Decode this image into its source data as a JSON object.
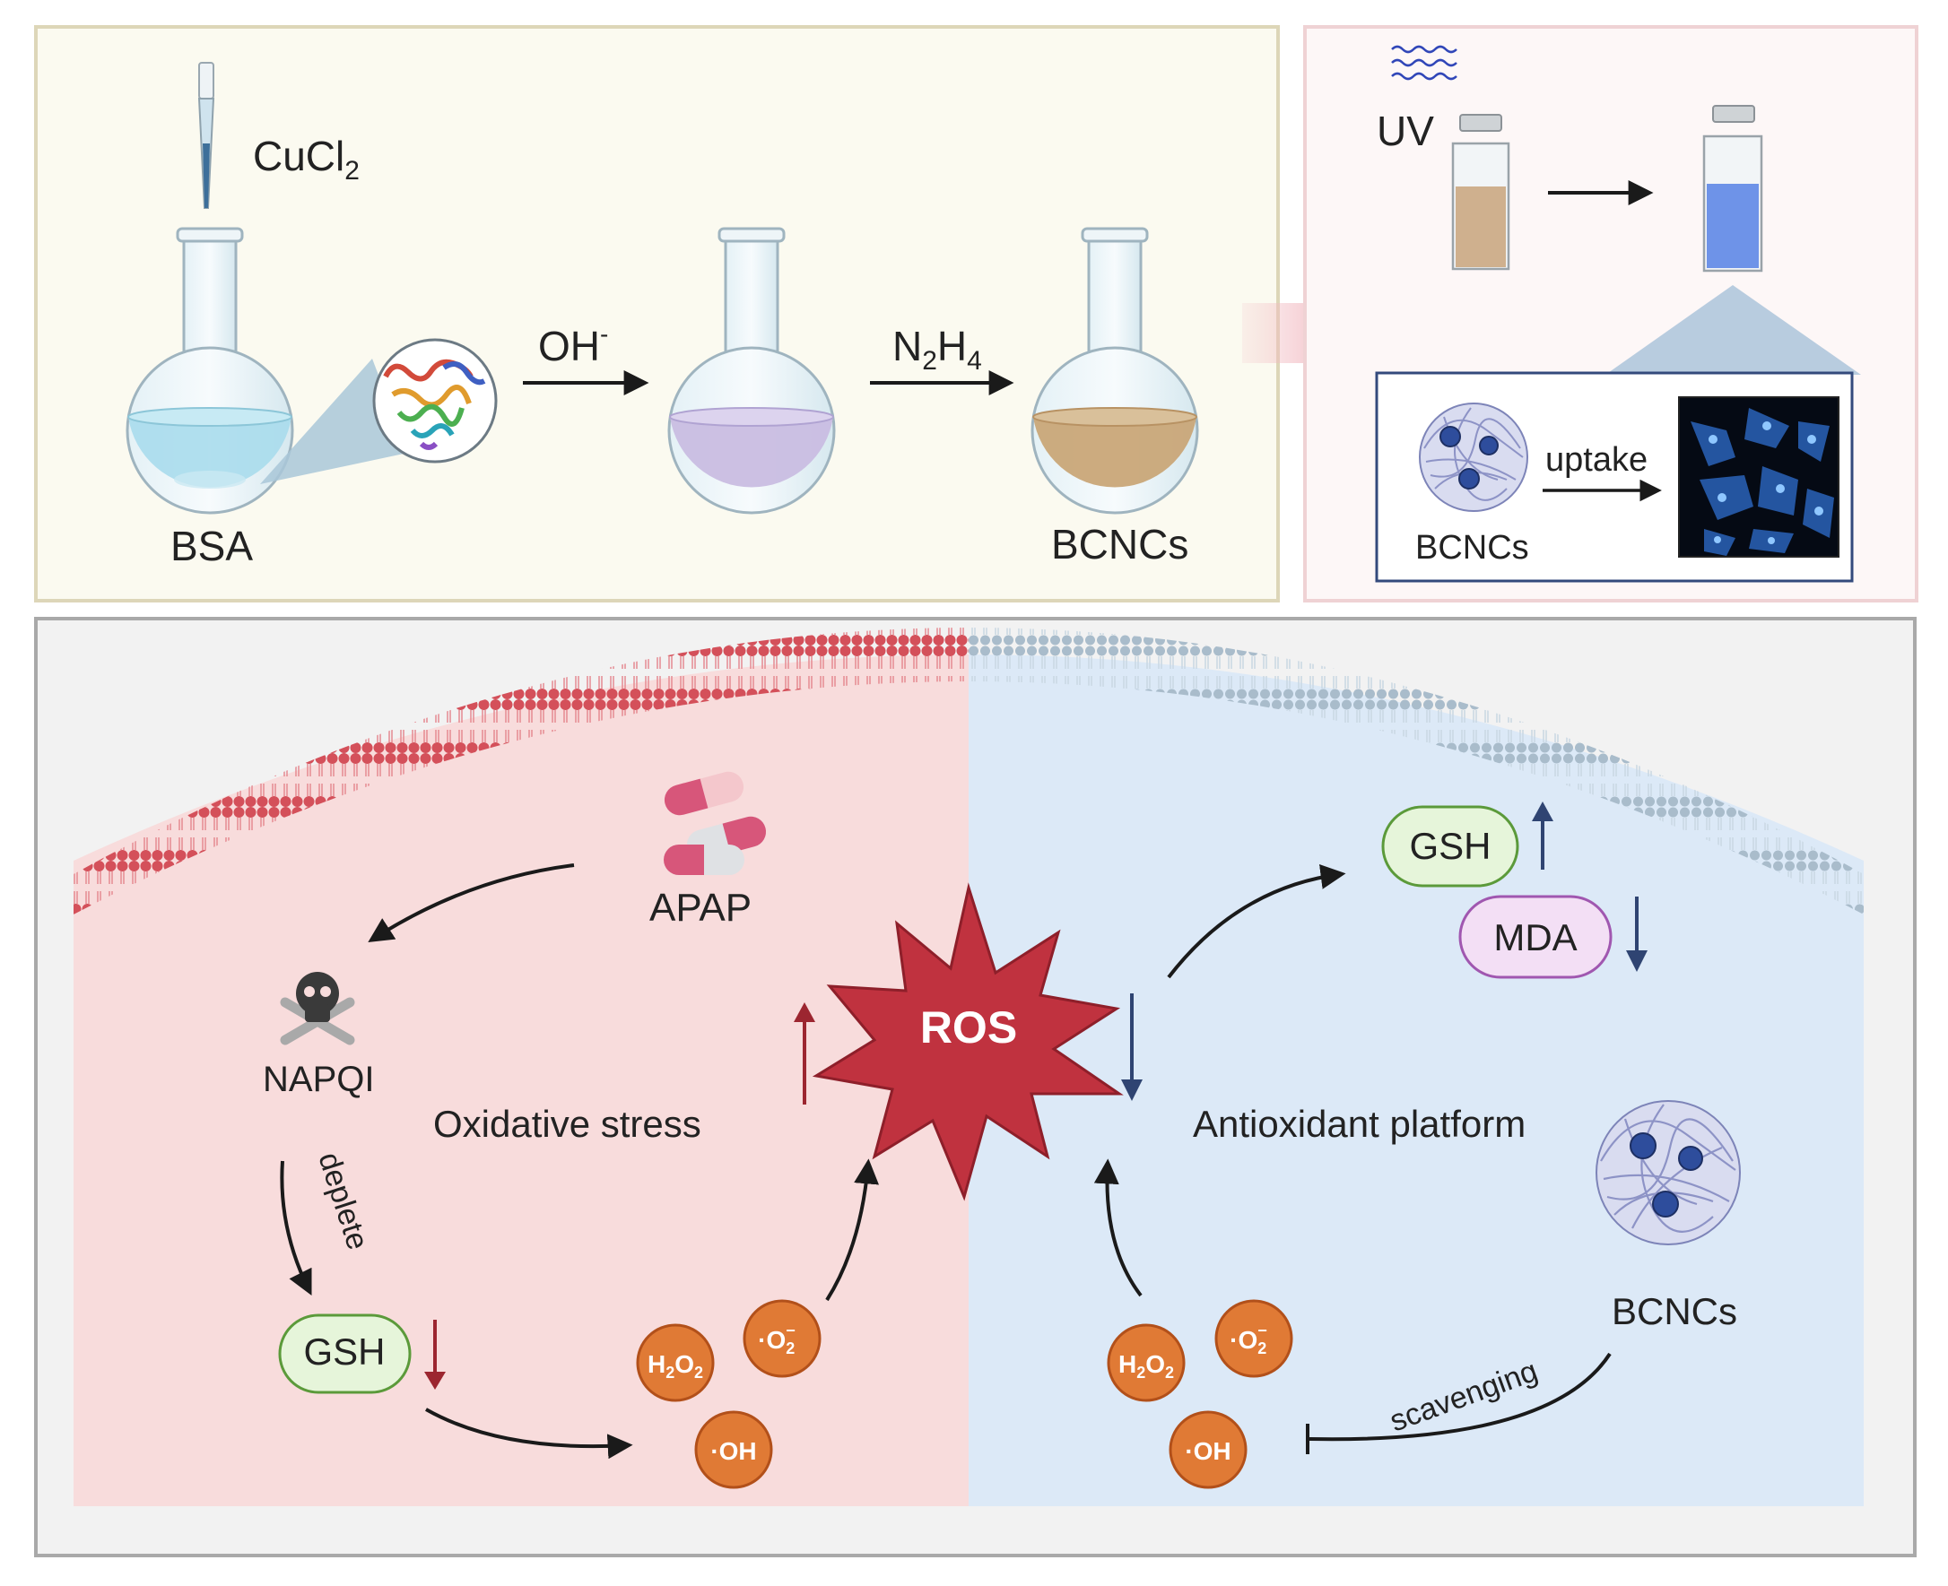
{
  "synthesis": {
    "reagent_1": "CuCl",
    "reagent_1_sub": "2",
    "start_label": "BSA",
    "step_1": "OH",
    "step_1_sup": "-",
    "step_2_a": "N",
    "step_2_sub_a": "2",
    "step_2_b": "H",
    "step_2_sub_b": "4",
    "product_label": "BCNCs"
  },
  "imaging": {
    "light_label": "UV",
    "particle_label": "BCNCs",
    "process_label": "uptake"
  },
  "mechanism": {
    "drug_label": "APAP",
    "toxin_label": "NAPQI",
    "deplete_label": "deplete",
    "gsh_label": "GSH",
    "left_title": "Oxidative stress",
    "center_label": "ROS",
    "right_title": "Antioxidant platform",
    "mda_label": "MDA",
    "scavenger_label": "BCNCs",
    "scavenging_label": "scavenging",
    "ros_h2o2": "H",
    "ros_h2o2_sub": "2",
    "ros_h2o2_b": "O",
    "ros_h2o2_sub_b": "2",
    "ros_superoxide": "·O",
    "ros_superoxide_sub": "2",
    "ros_superoxide_sup": "−",
    "ros_hydroxyl": "·OH"
  },
  "colors": {
    "left_bg": "#f8dcdc",
    "right_bg": "#dce9f7",
    "ros_fill": "#c0323f",
    "ros_bubble": "#e07a35",
    "gsh_fill": "#e6f5da",
    "mda_fill": "#f3dff5",
    "up_arrow_red": "#9c2630",
    "arrow_blue": "#2f4472"
  }
}
